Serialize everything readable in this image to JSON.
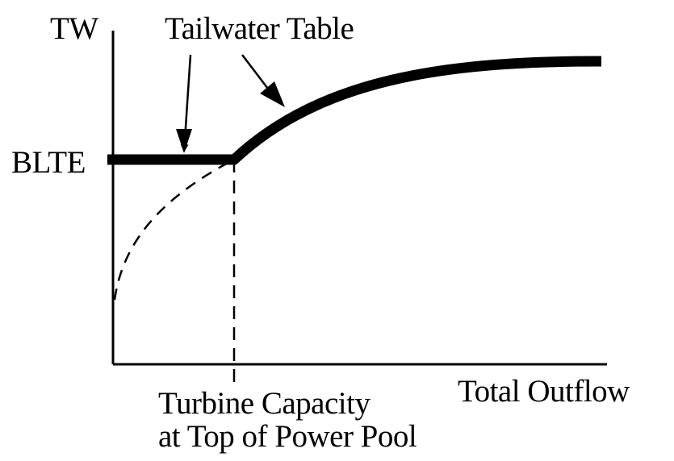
{
  "labels": {
    "y_axis": "TW",
    "title": "Tailwater Table",
    "y_marker": "BLTE",
    "x_axis": "Total Outflow",
    "x_marker_line1": "Turbine Capacity",
    "x_marker_line2": "at Top of Power Pool"
  },
  "colors": {
    "ink": "#000000",
    "background": "#ffffff"
  },
  "line_styles": {
    "tailwater_curve": "solid-thick",
    "extension_curve": "dashed",
    "turbine_capacity_marker": "dashed"
  }
}
